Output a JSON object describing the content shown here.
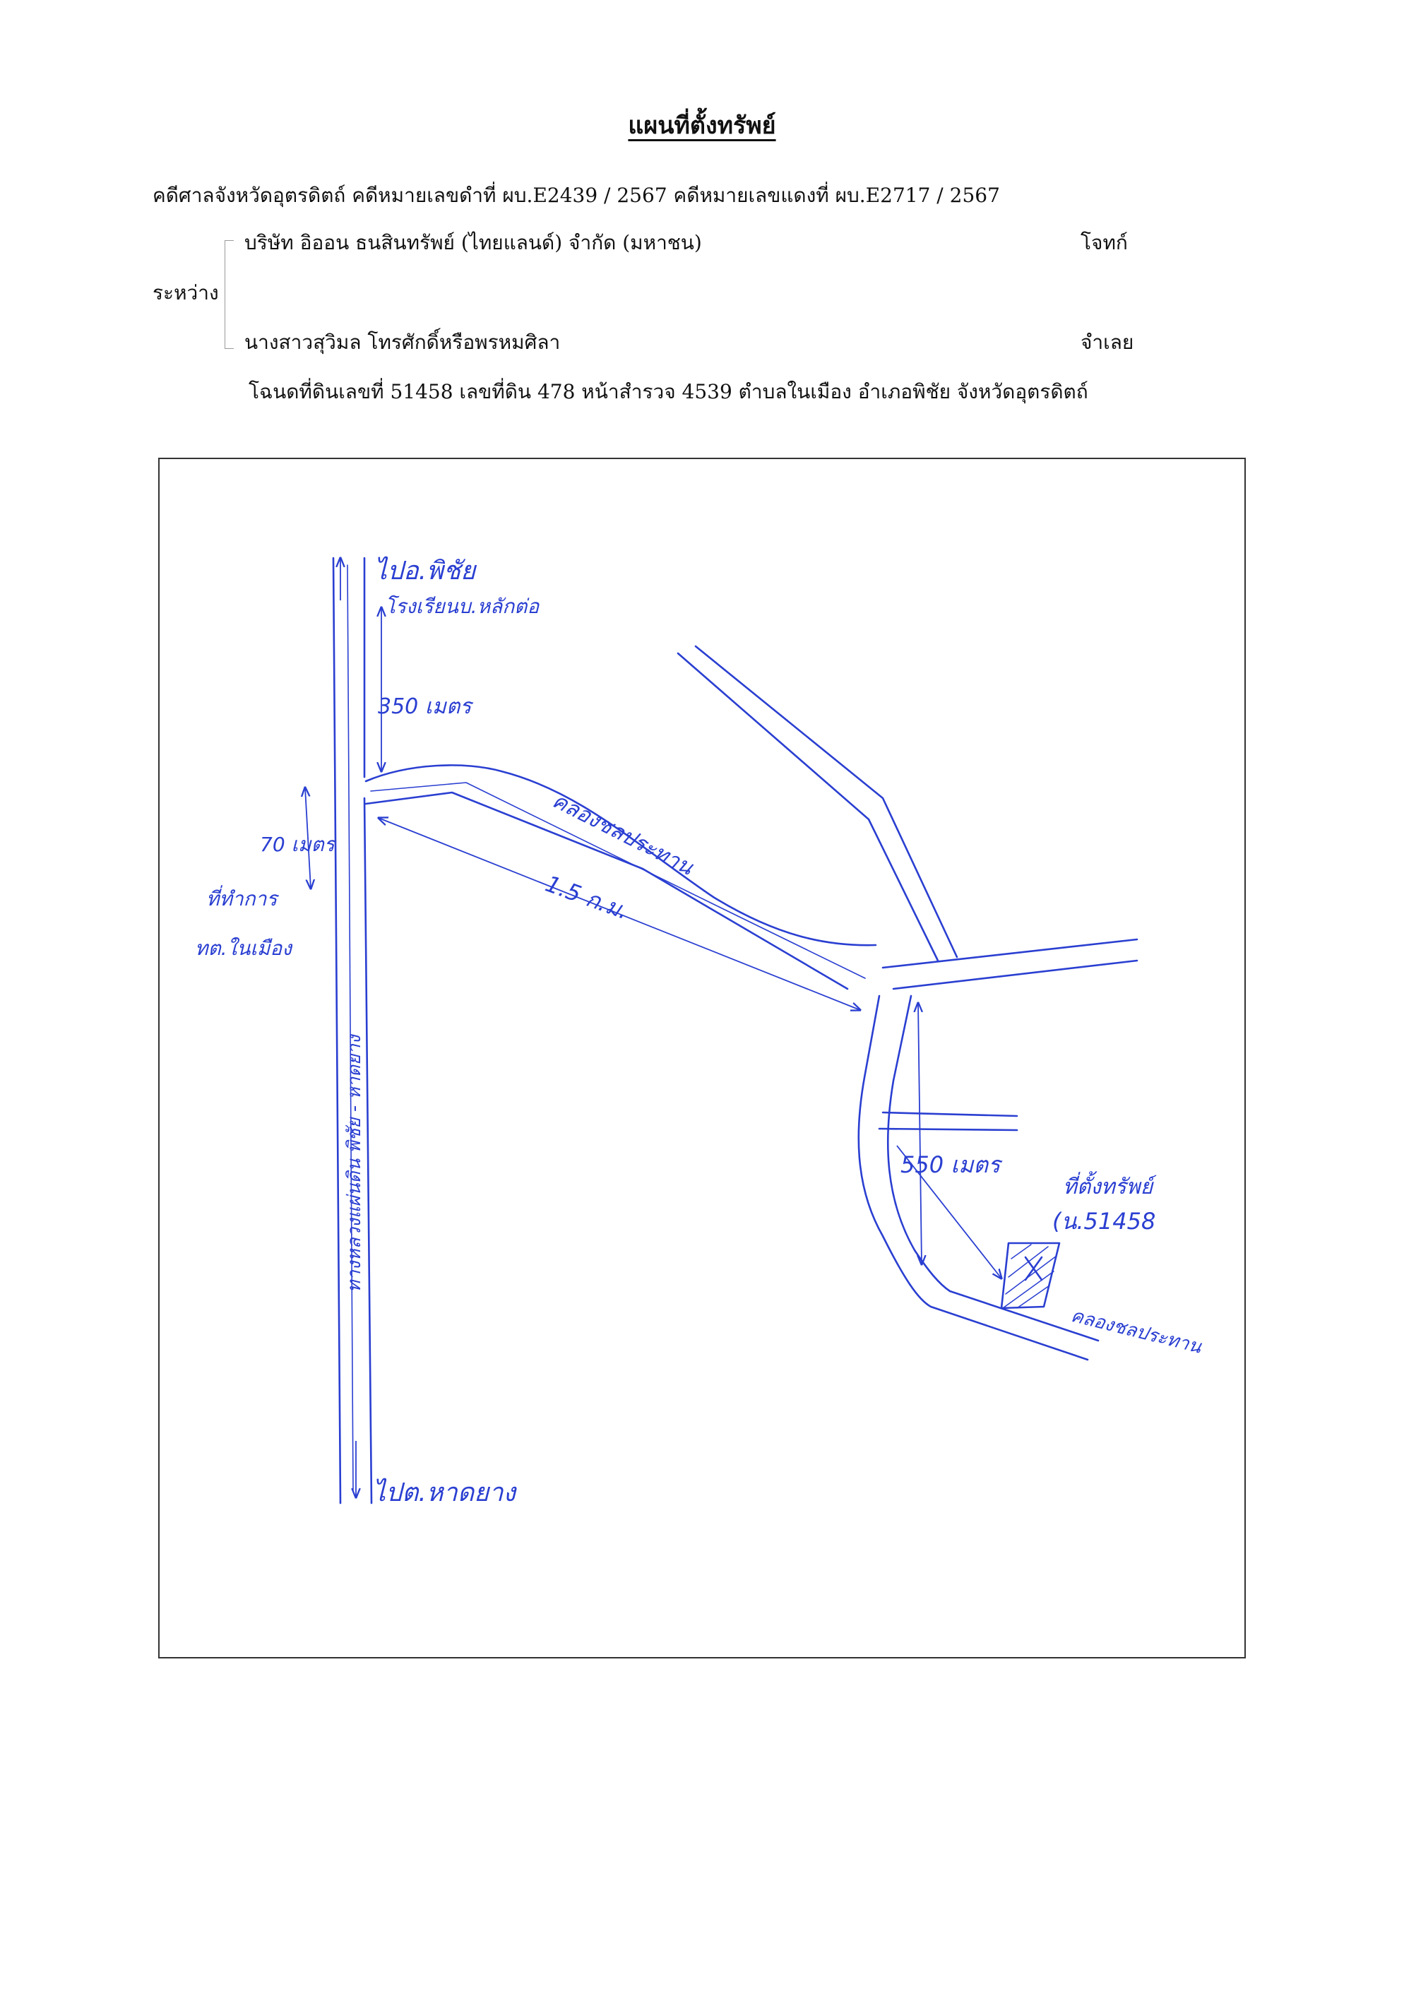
{
  "document": {
    "title": "แผนที่ตั้งทรัพย์",
    "case_line": "คดีศาลจังหวัดอุตรดิตถ์  คดีหมายเลขดำที่  ผบ.E2439 / 2567  คดีหมายเลขแดงที่  ผบ.E2717 / 2567",
    "plaintiff_name": "บริษัท อิออน ธนสินทรัพย์ (ไทยแลนด์) จำกัด (มหาชน)",
    "plaintiff_role": "โจทก์",
    "between_label": "ระหว่าง",
    "defendant_name": "นางสาวสุวิมล  โทรศักดิ์หรือพรหมศิลา",
    "defendant_role": "จำเลย",
    "deed_line": "โฉนดที่ดินเลขที่ 51458  เลขที่ดิน 478  หน้าสำรวจ 4539  ตำบลในเมือง  อำเภอพิชัย  จังหวัดอุตรดิตถ์"
  },
  "map": {
    "ink_color": "#2a3fd1",
    "labels": {
      "to_phichai": "ไปอ.พิชัย",
      "school": "โรงเรียนบ.หลักต่อ",
      "dist_350": "350 เมตร",
      "dist_70": "70 เมตร",
      "office": "ที่ทำการ",
      "municipality": "ทต.ในเมือง",
      "highway": "ทางหลวงแผ่นดิน พิชัย - หาดยาง",
      "canal_upper": "คลองชลประทาน",
      "dist_1_5_km": "1.5 ก.ม.",
      "dist_550": "550 เมตร",
      "property_location": "ที่ตั้งทรัพย์",
      "deed_no": "(น.51458",
      "canal_lower": "คลองชลประทาน",
      "to_hat_yang": "ไปต.หาดยาง"
    }
  }
}
